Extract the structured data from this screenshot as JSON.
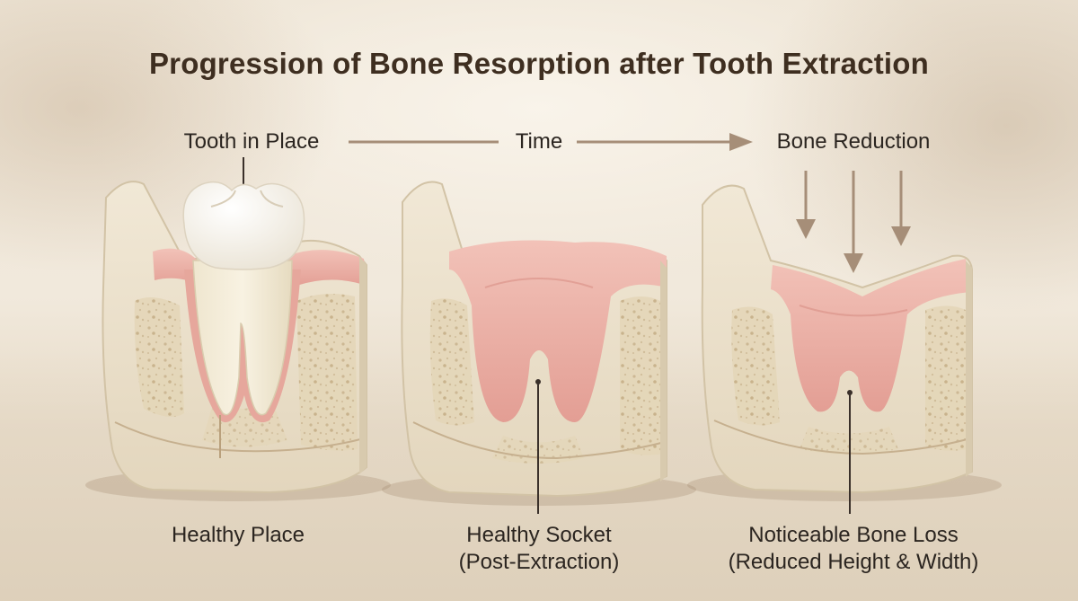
{
  "title": "Progression of Bone Resorption after Tooth Extraction",
  "timeline": {
    "start_label": "Tooth in Place",
    "middle_label": "Time",
    "end_label": "Bone Reduction"
  },
  "stages": [
    {
      "caption_line1": "Healthy Place",
      "caption_line2": ""
    },
    {
      "caption_line1": "Healthy Socket",
      "caption_line2": "(Post-Extraction)"
    },
    {
      "caption_line1": "Noticeable Bone Loss",
      "caption_line2": "(Reduced Height & Width)"
    }
  ],
  "colors": {
    "background": "#efe6d8",
    "title_text": "#3e2e20",
    "bone": "#ece1cc",
    "bone_shade": "#d9ccb2",
    "cancellous": "#e2d4b4",
    "gum": "#eeb3a9",
    "gum_dark": "#d98f86",
    "tooth": "#f7f2e7",
    "arrow": "#a68e78"
  }
}
